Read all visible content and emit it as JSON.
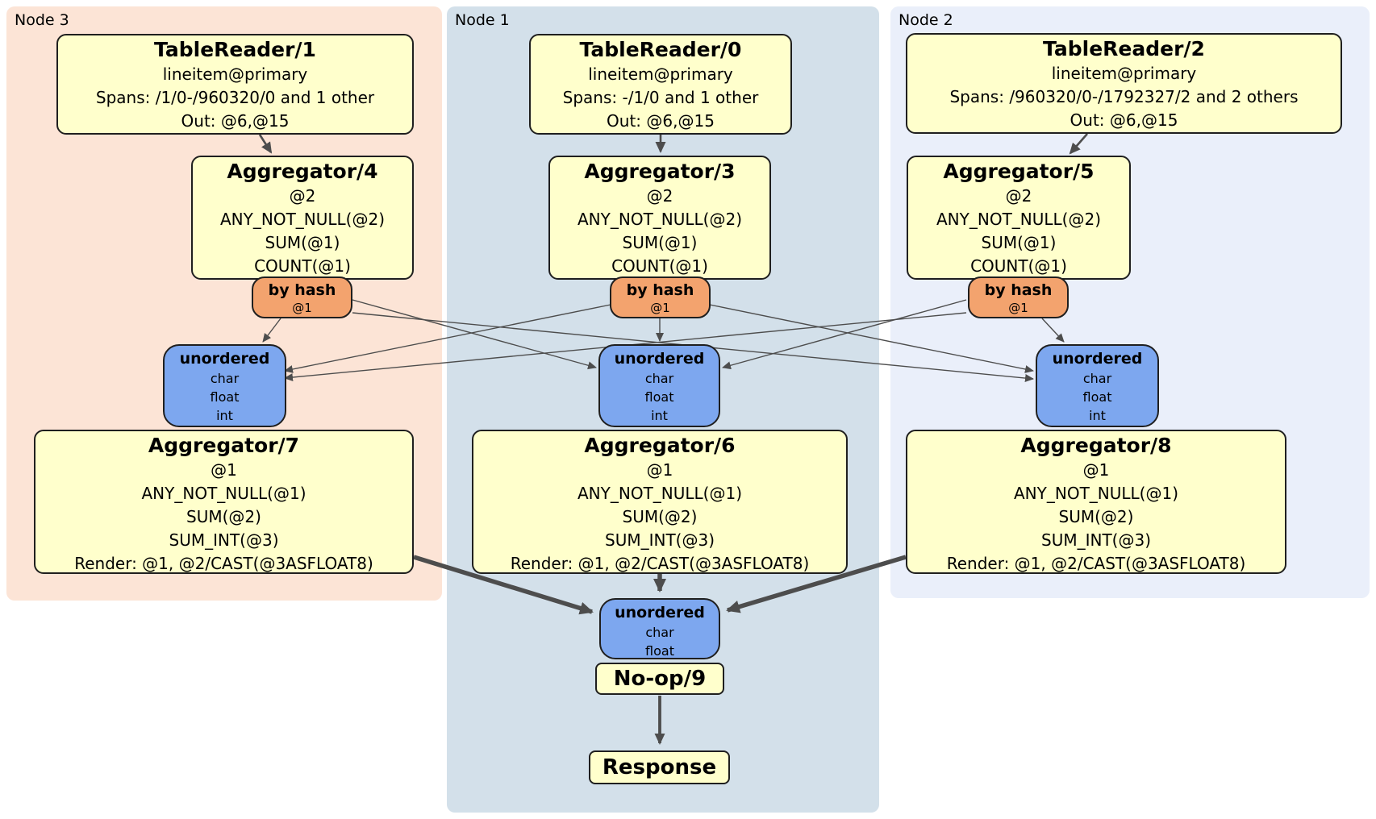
{
  "panels": {
    "node3": {
      "label": "Node 3"
    },
    "node1": {
      "label": "Node 1"
    },
    "node2": {
      "label": "Node 2"
    }
  },
  "nodes": {
    "tr1": {
      "title": "TableReader/1",
      "lines": [
        "lineitem@primary",
        "Spans: /1/0-/960320/0 and 1 other",
        "Out: @6,@15"
      ]
    },
    "tr0": {
      "title": "TableReader/0",
      "lines": [
        "lineitem@primary",
        "Spans: -/1/0 and 1 other",
        "Out: @6,@15"
      ]
    },
    "tr2": {
      "title": "TableReader/2",
      "lines": [
        "lineitem@primary",
        "Spans: /960320/0-/1792327/2 and 2 others",
        "Out: @6,@15"
      ]
    },
    "agg4": {
      "title": "Aggregator/4",
      "lines": [
        "@2",
        "ANY_NOT_NULL(@2)",
        "SUM(@1)",
        "COUNT(@1)"
      ]
    },
    "agg3": {
      "title": "Aggregator/3",
      "lines": [
        "@2",
        "ANY_NOT_NULL(@2)",
        "SUM(@1)",
        "COUNT(@1)"
      ]
    },
    "agg5": {
      "title": "Aggregator/5",
      "lines": [
        "@2",
        "ANY_NOT_NULL(@2)",
        "SUM(@1)",
        "COUNT(@1)"
      ]
    },
    "agg7": {
      "title": "Aggregator/7",
      "lines": [
        "@1",
        "ANY_NOT_NULL(@1)",
        "SUM(@2)",
        "SUM_INT(@3)",
        "Render: @1, @2/CAST(@3ASFLOAT8)"
      ]
    },
    "agg6": {
      "title": "Aggregator/6",
      "lines": [
        "@1",
        "ANY_NOT_NULL(@1)",
        "SUM(@2)",
        "SUM_INT(@3)",
        "Render: @1, @2/CAST(@3ASFLOAT8)"
      ]
    },
    "agg8": {
      "title": "Aggregator/8",
      "lines": [
        "@1",
        "ANY_NOT_NULL(@1)",
        "SUM(@2)",
        "SUM_INT(@3)",
        "Render: @1, @2/CAST(@3ASFLOAT8)"
      ]
    },
    "noop": {
      "title": "No-op/9"
    },
    "response": {
      "title": "Response"
    }
  },
  "routers": {
    "bh3": {
      "title": "by hash",
      "key": "@1"
    },
    "bh1": {
      "title": "by hash",
      "key": "@1"
    },
    "bh2": {
      "title": "by hash",
      "key": "@1"
    }
  },
  "syncs": {
    "un3": {
      "title": "unordered",
      "types": [
        "char",
        "float",
        "int"
      ]
    },
    "un1": {
      "title": "unordered",
      "types": [
        "char",
        "float",
        "int"
      ]
    },
    "un2": {
      "title": "unordered",
      "types": [
        "char",
        "float",
        "int"
      ]
    },
    "unf": {
      "title": "unordered",
      "types": [
        "char",
        "float"
      ]
    }
  },
  "colors": {
    "panel_node3": "#fce4d6",
    "panel_node1": "#d3e0ea",
    "panel_node2": "#eaeffa",
    "processor_fill": "#ffffcc",
    "router_fill": "#f3a36e",
    "sync_fill": "#7da7ef",
    "edge": "#4d4d4d",
    "border": "#1f1f1f"
  }
}
